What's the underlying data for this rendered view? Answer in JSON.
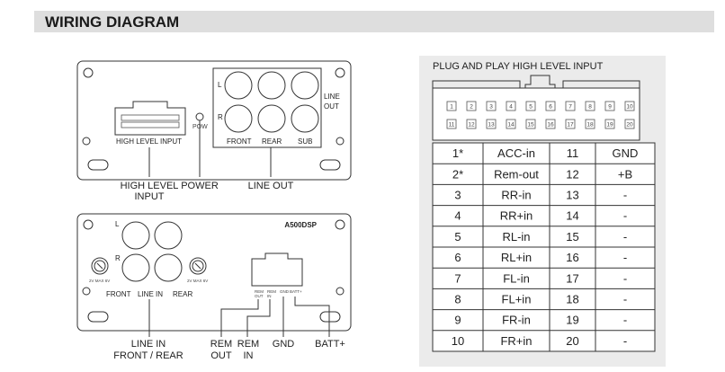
{
  "header": {
    "title": "WIRING DIAGRAM"
  },
  "top_unit": {
    "side_l": "L",
    "side_r": "R",
    "pow": "POW",
    "line_out_1": "LINE",
    "line_out_2": "OUT",
    "plug_label": "HIGH LEVEL INPUT",
    "front": "FRONT",
    "rear": "REAR",
    "sub": "SUB"
  },
  "top_callouts": {
    "high_level_1": "HIGH LEVEL",
    "high_level_2": "INPUT",
    "power": "POWER",
    "line_out": "LINE OUT"
  },
  "bottom_unit": {
    "model": "A500DSP",
    "side_l": "L",
    "side_r": "R",
    "knob_left_text": "2V  MAX  6V",
    "knob_right_text": "2V  MAX  6V",
    "front": "FRONT",
    "line_in": "LINE IN",
    "rear": "REAR",
    "rem_out_1": "REM",
    "rem_out_2": "OUT",
    "rem_in_1": "REM",
    "rem_in_2": "IN",
    "gnd": "GND",
    "batt": "BATT+"
  },
  "bottom_callouts": {
    "line_in_1": "LINE IN",
    "line_in_2": "FRONT / REAR",
    "rem_out_1": "REM",
    "rem_out_2": "OUT",
    "rem_in_1": "REM",
    "rem_in_2": "IN",
    "gnd": "GND",
    "batt": "BATT+"
  },
  "plug_panel": {
    "title": "PLUG AND PLAY HIGH LEVEL INPUT",
    "top_pins": [
      "1",
      "2",
      "3",
      "4",
      "5",
      "6",
      "7",
      "8",
      "9",
      "10"
    ],
    "bottom_pins": [
      "11",
      "12",
      "13",
      "14",
      "15",
      "16",
      "17",
      "18",
      "19",
      "20"
    ]
  },
  "pin_table": {
    "rows": [
      [
        "1*",
        "ACC-in",
        "11",
        "GND"
      ],
      [
        "2*",
        "Rem-out",
        "12",
        "+B"
      ],
      [
        "3",
        "RR-in",
        "13",
        "-"
      ],
      [
        "4",
        "RR+in",
        "14",
        "-"
      ],
      [
        "5",
        "RL-in",
        "15",
        "-"
      ],
      [
        "6",
        "RL+in",
        "16",
        "-"
      ],
      [
        "7",
        "FL-in",
        "17",
        "-"
      ],
      [
        "8",
        "FL+in",
        "18",
        "-"
      ],
      [
        "9",
        "FR-in",
        "19",
        "-"
      ],
      [
        "10",
        "FR+in",
        "20",
        "-"
      ]
    ]
  }
}
